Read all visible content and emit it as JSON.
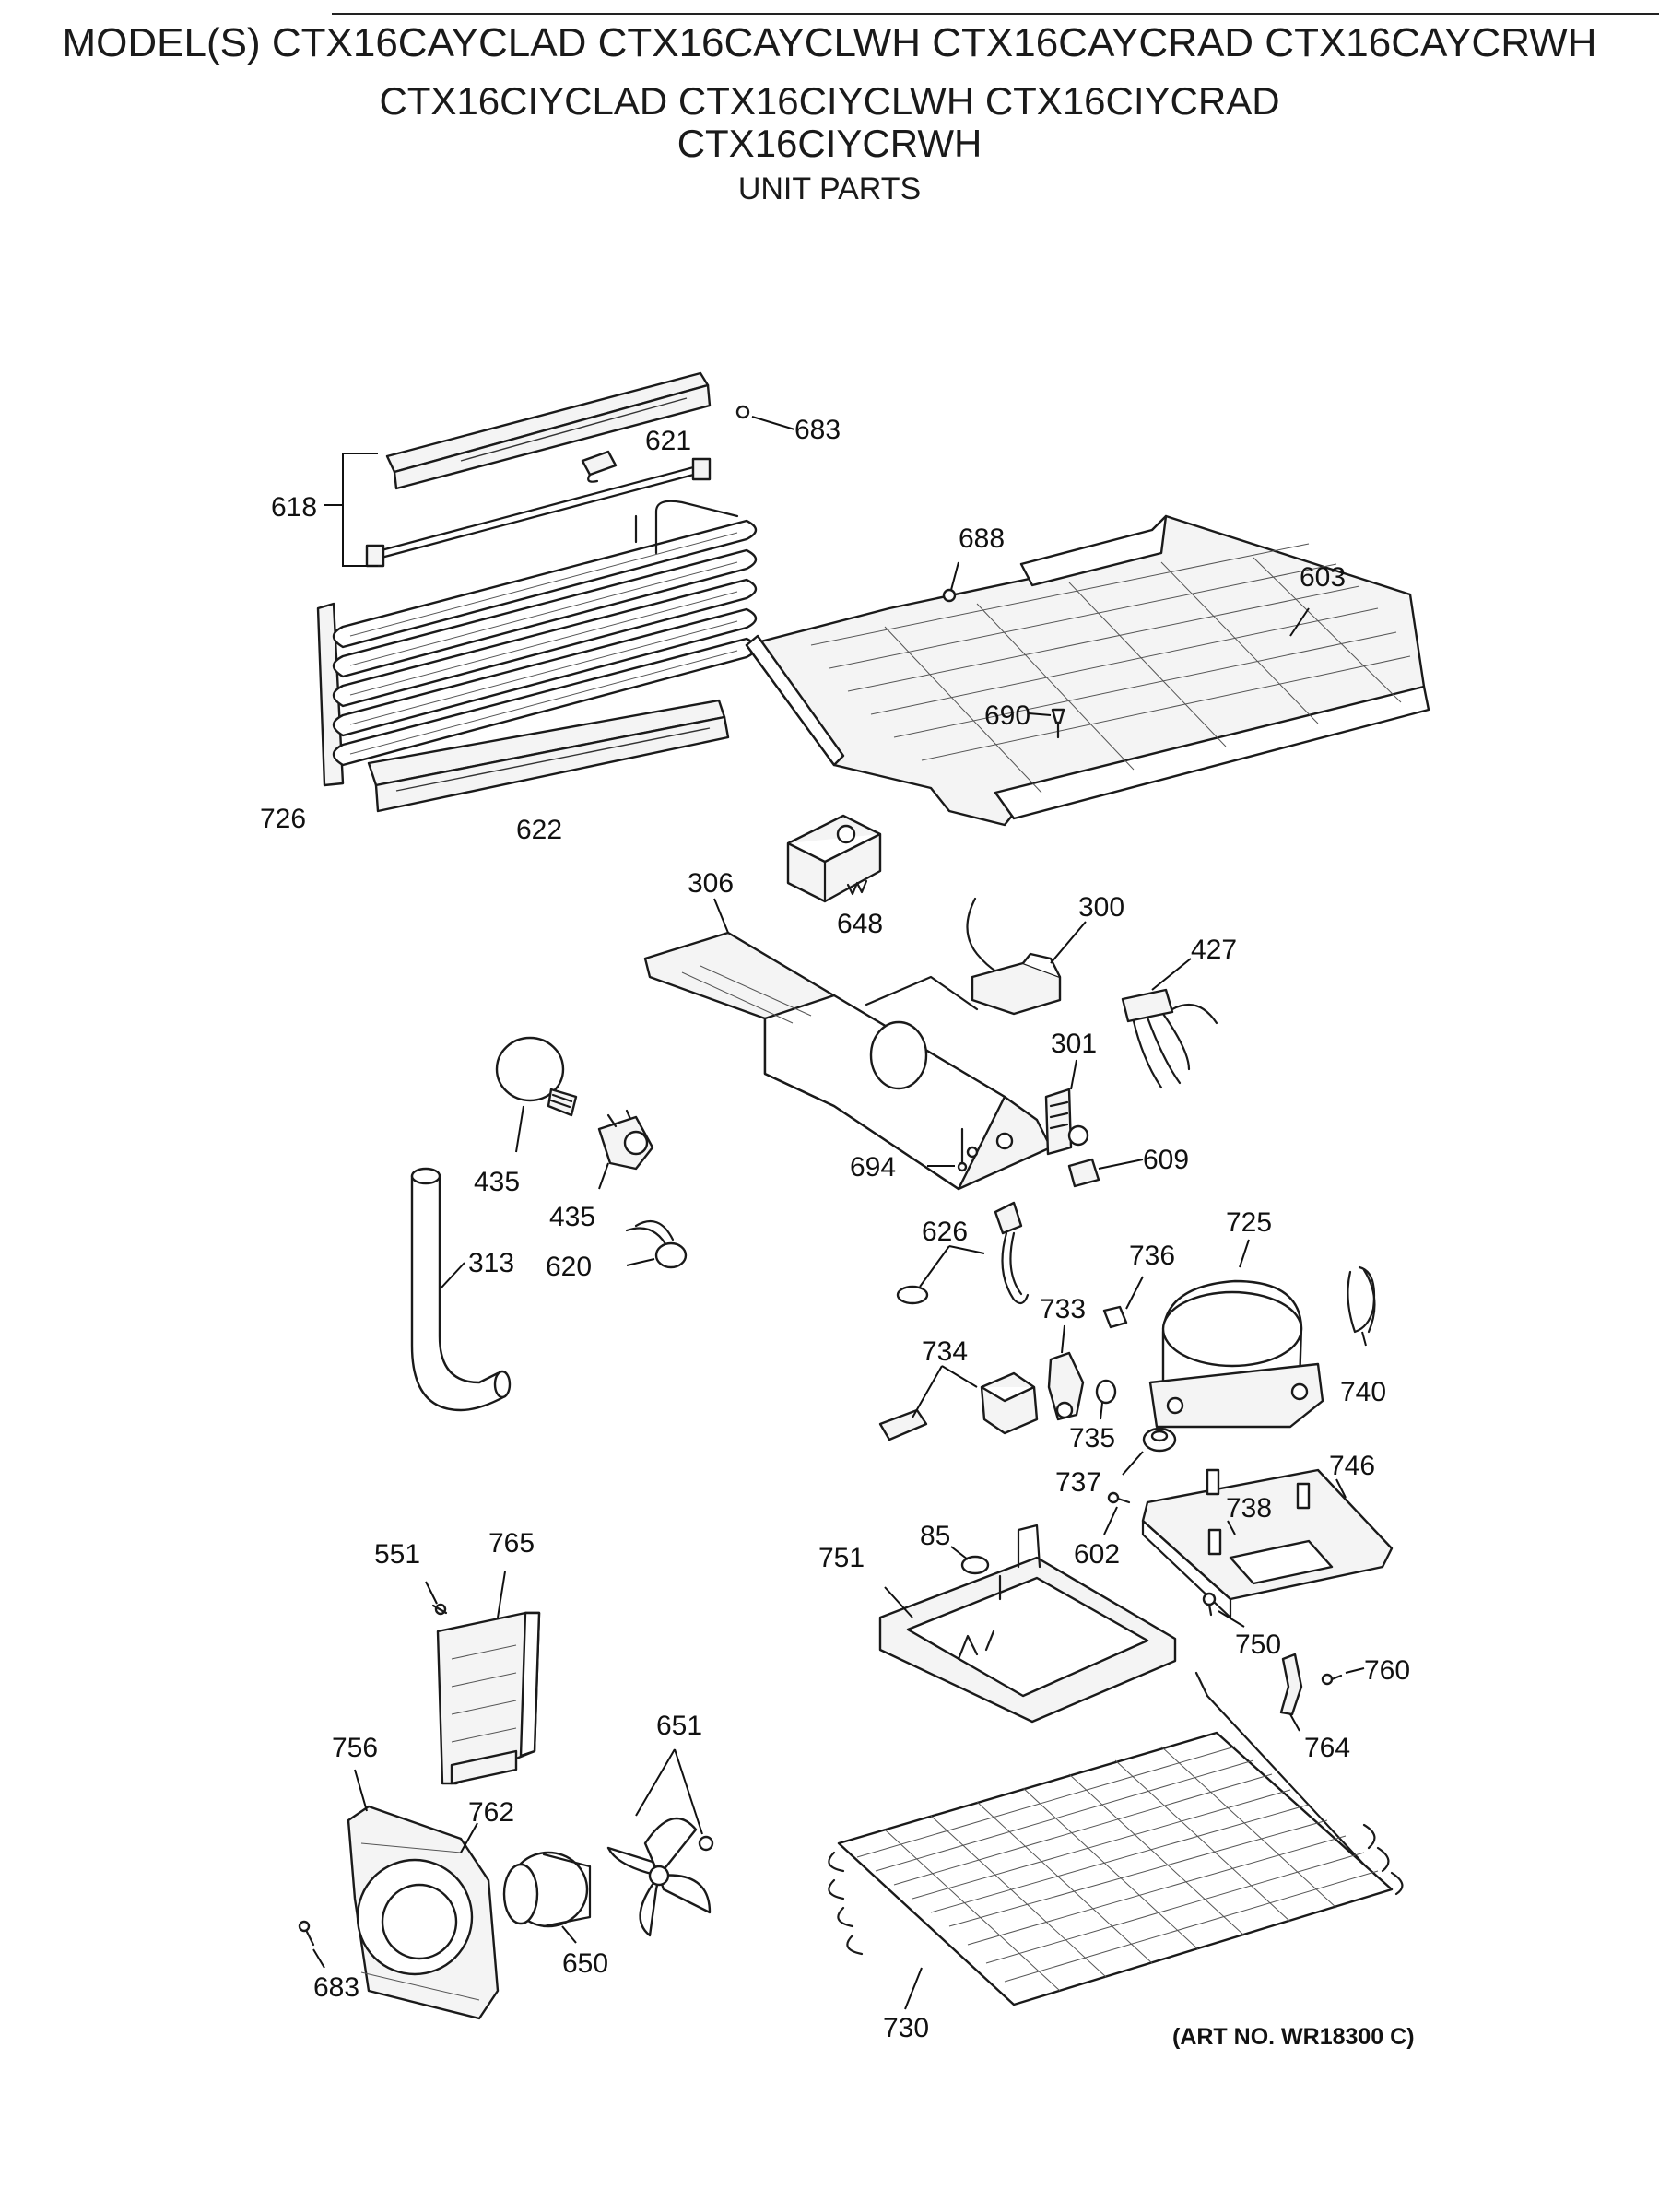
{
  "header": {
    "line1": "MODEL(S) CTX16CAYCLAD  CTX16CAYCLWH  CTX16CAYCRAD  CTX16CAYCRWH",
    "line2": "CTX16CIYCLAD  CTX16CIYCLWH  CTX16CIYCRAD",
    "line3": "CTX16CIYCRWH",
    "subtitle": "UNIT PARTS"
  },
  "art_number": "(ART NO. WR18300 C)",
  "callouts": {
    "c683a": "683",
    "c621": "621",
    "c618": "618",
    "c688": "688",
    "c603": "603",
    "c690": "690",
    "c726": "726",
    "c622": "622",
    "c648": "648",
    "c306": "306",
    "c300": "300",
    "c427": "427",
    "c301": "301",
    "c435a": "435",
    "c435b": "435",
    "c694": "694",
    "c609": "609",
    "c313": "313",
    "c620": "620",
    "c626": "626",
    "c736": "736",
    "c725": "725",
    "c733": "733",
    "c740": "740",
    "c734": "734",
    "c735": "735",
    "c737": "737",
    "c746": "746",
    "c738": "738",
    "c551": "551",
    "c765": "765",
    "c85": "85",
    "c751": "751",
    "c602": "602",
    "c750": "750",
    "c760": "760",
    "c764": "764",
    "c756": "756",
    "c651": "651",
    "c762": "762",
    "c650": "650",
    "c683b": "683",
    "c730": "730"
  }
}
